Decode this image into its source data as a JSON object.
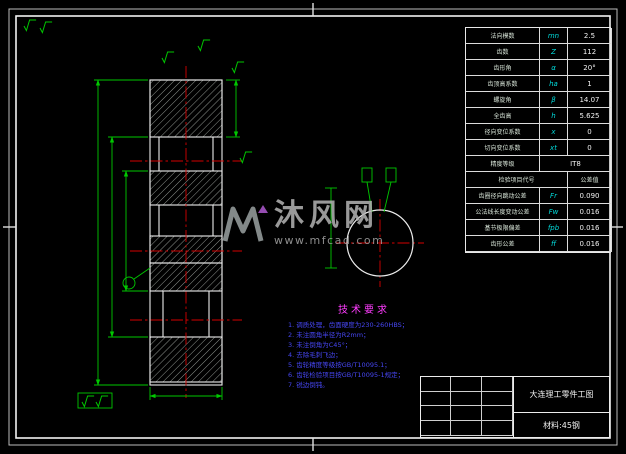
{
  "watermark": {
    "brand": "沐风网",
    "url": "www.mfcad.com"
  },
  "tech_requirements": {
    "title": "技术要求",
    "items": [
      "1. 调质处理，齿面硬度为230-260HBS；",
      "2. 未注圆角半径为R2mm；",
      "3. 未注倒角为C45°；",
      "4. 去除毛刺飞边；",
      "5. 齿轮精度等级按GB/T10095.1；",
      "6. 齿轮检验项目按GB/T10095-1规定；",
      "7. 锐边倒钝。"
    ]
  },
  "param_table": {
    "rows": [
      {
        "label": "法向模数",
        "symbol": "mn",
        "value": "2.5"
      },
      {
        "label": "齿数",
        "symbol": "Z",
        "value": "112"
      },
      {
        "label": "齿形角",
        "symbol": "α",
        "value": "20°"
      },
      {
        "label": "齿顶高系数",
        "symbol": "ha",
        "value": "1"
      },
      {
        "label": "螺旋角",
        "symbol": "β",
        "value": "14.07"
      },
      {
        "label": "全齿高",
        "symbol": "h",
        "value": "5.625"
      },
      {
        "label": "径向变位系数",
        "symbol": "x",
        "value": "0"
      },
      {
        "label": "切向变位系数",
        "symbol": "xt",
        "value": "0"
      },
      {
        "label": "精度等级",
        "value": "IT8"
      },
      {
        "item_header": "检验项目代号",
        "value_header": "公差值"
      },
      {
        "label": "齿圈径向跳动公差",
        "symbol": "Fr",
        "value": "0.090"
      },
      {
        "label": "公法线长度变动公差",
        "symbol": "Fw",
        "value": "0.016"
      },
      {
        "label": "基节极限偏差",
        "symbol": "fpb",
        "value": "0.016"
      },
      {
        "label": "齿形公差",
        "symbol": "ff",
        "value": "0.016"
      }
    ]
  },
  "title_block": {
    "title": "大连理工零件工图",
    "material": "材料:45钢"
  }
}
